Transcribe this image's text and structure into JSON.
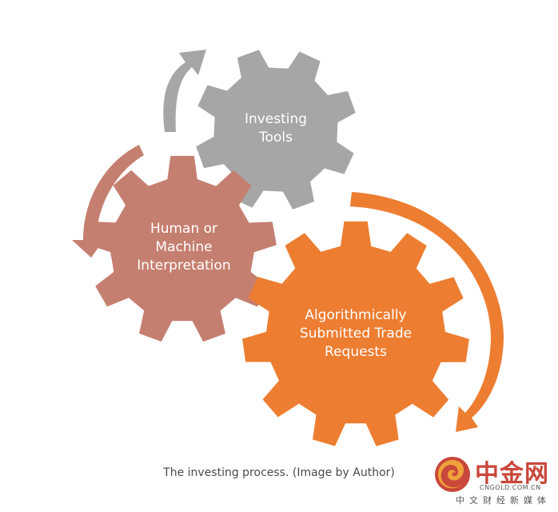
{
  "diagram": {
    "gears": [
      {
        "id": "tools",
        "lines": [
          "Investing",
          "Tools"
        ],
        "color": "#a6a6a6"
      },
      {
        "id": "human",
        "lines": [
          "Human or",
          "Machine",
          "Interpretation"
        ],
        "color": "#c57f70"
      },
      {
        "id": "algo",
        "lines": [
          "Algorithmically",
          "Submitted Trade",
          "Requests"
        ],
        "color": "#ed7d31"
      }
    ],
    "arrows": [
      {
        "id": "grey-arrow",
        "color": "#a6a6a6"
      },
      {
        "id": "rose-arrow",
        "color": "#c57f70"
      },
      {
        "id": "orange-arrow",
        "color": "#ed7d31"
      }
    ]
  },
  "caption": "The investing process. (Image by Author)",
  "watermark": {
    "name": "中金网",
    "domain": "CNGOLD.COM.CN",
    "slogan": "中文财经新媒体",
    "colors": {
      "red": "#c9473b",
      "orange": "#f0a23a",
      "gray": "#555555"
    }
  }
}
